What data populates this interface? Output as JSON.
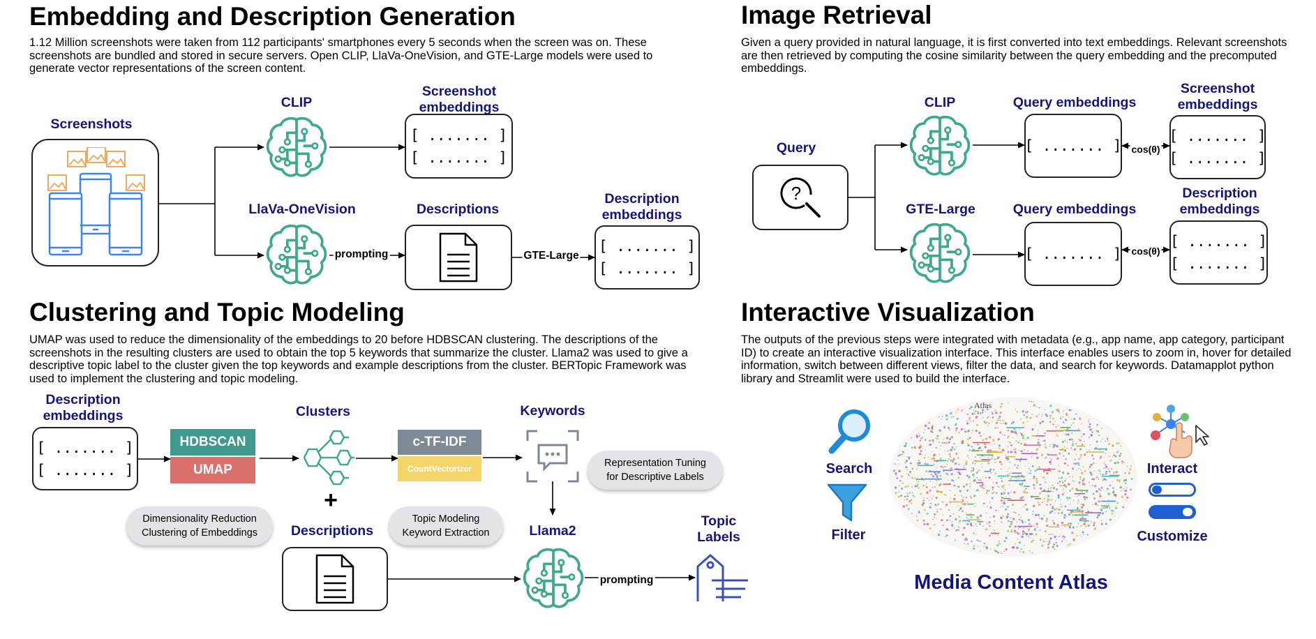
{
  "sections": {
    "embedding": {
      "title": "Embedding and Description Generation",
      "description": "1.12 Million screenshots were taken from 112 participants' smartphones every 5 seconds when the screen was on. These screenshots are bundled and stored in secure servers. Open CLIP, LlaVa-OneVision, and GTE-Large models were used to generate vector representations of the screen content.",
      "nodes": {
        "screenshots": "Screenshots",
        "clip": "CLIP",
        "screenshot_embeddings": "Screenshot embeddings",
        "llava": "LlaVa-OneVision",
        "descriptions": "Descriptions",
        "description_embeddings": "Description embeddings"
      },
      "edges": {
        "prompting": "prompting",
        "gte_large": "GTE-Large"
      }
    },
    "retrieval": {
      "title": "Image Retrieval",
      "description": "Given a query provided in natural language, it is first converted into text embeddings. Relevant screenshots are then retrieved by computing the cosine similarity between the query embedding and the precomputed embeddings.",
      "nodes": {
        "query": "Query",
        "clip": "CLIP",
        "query_embeddings_1": "Query embeddings",
        "screenshot_embeddings": "Screenshot embeddings",
        "gte_large": "GTE-Large",
        "query_embeddings_2": "Query embeddings",
        "description_embeddings": "Description embeddings"
      },
      "edges": {
        "cos_1": "cos(θ)",
        "cos_2": "cos(θ)"
      }
    },
    "clustering": {
      "title": "Clustering and Topic Modeling",
      "description": "UMAP was used to reduce the dimensionality of the embeddings to 20 before HDBSCAN clustering. The descriptions of the screenshots in the resulting clusters are used to obtain the top 5 keywords that summarize the cluster. Llama2 was used to give a descriptive topic label to the cluster given the top keywords and example descriptions from the cluster. BERTopic Framework was used to implement the clustering and topic modeling.",
      "nodes": {
        "description_embeddings": "Description embeddings",
        "hdbscan": "HDBSCAN",
        "umap": "UMAP",
        "clusters": "Clusters",
        "ctfidf": "c-TF-IDF",
        "count_vectorizer": "CountVectorizer",
        "keywords": "Keywords",
        "descriptions": "Descriptions",
        "llama2": "Llama2",
        "topic_labels": "Topic Labels",
        "plus": "+"
      },
      "pills": {
        "dim_reduction_1": "Dimensionality Reduction",
        "dim_reduction_2": "Clustering of Embeddings",
        "topic_modeling_1": "Topic Modeling",
        "topic_modeling_2": "Keyword Extraction",
        "repr_tuning_1": "Representation Tuning",
        "repr_tuning_2": "for Descriptive Labels"
      },
      "edges": {
        "prompting": "prompting"
      }
    },
    "visualization": {
      "title": "Interactive Visualization",
      "description": "The outputs of the previous steps were integrated with metadata (e.g., app name, app category, participant ID) to create an interactive visualization interface. This interface enables users to zoom in, hover for detailed information, switch between different views, filter the data, and search for keywords. Datamapplot python library and Streamlit were used to build the interface.",
      "labels": {
        "search": "Search",
        "filter": "Filter",
        "interact": "Interact",
        "customize": "Customize",
        "atlas_title": "Media Content Atlas",
        "atlas_caption": "Atlas"
      }
    }
  },
  "embedding_row": "[ ....... ]",
  "colors": {
    "label_navy": "#14147a",
    "brain_teal": "#3fa88f",
    "phone_blue": "#3b82f6",
    "photo_orange": "#f0a860",
    "hdbscan": "#3f9a8d",
    "umap": "#d9706b",
    "ctfidf": "#7d8a95",
    "countvectorizer": "#f5d46a",
    "icon_blue": "#1f8ad8",
    "tag_blue": "#3b4fb8"
  }
}
